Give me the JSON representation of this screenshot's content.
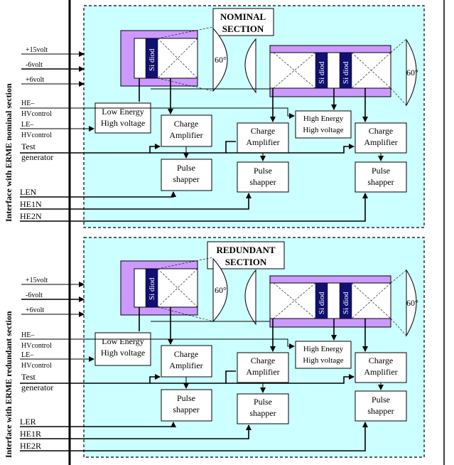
{
  "sections": {
    "nominal": {
      "title_line1": "NOMINAL",
      "title_line2": "SECTION",
      "side_label": "Interface with ERME nominal section",
      "inputs": {
        "v15": "+15volt",
        "v6neg": "-6volt",
        "v6pos": "+6volt",
        "he_hv": "HE–",
        "he_hv2": "HVcontrol",
        "le_hv": "LE–",
        "le_hv2": "HVcontrol",
        "test": "Test",
        "test2": "generator"
      },
      "outputs": {
        "le": "LEN",
        "he1": "HE1N",
        "he2": "HE2N"
      }
    },
    "redundant": {
      "title_line1": "REDUNDANT",
      "title_line2": "SECTION",
      "side_label": "Interface with ERME redundant section",
      "inputs": {
        "v15": "+15volt",
        "v6neg": "-6volt",
        "v6pos": "+6volt",
        "he_hv": "HE–",
        "he_hv2": "HVcontrol",
        "le_hv": "LE–",
        "le_hv2": "HVcontrol",
        "test": "Test",
        "test2": "generator"
      },
      "outputs": {
        "le": "LER",
        "he1": "HE1R",
        "he2": "HE2R"
      }
    }
  },
  "blocks": {
    "low_energy_hv_1": "Low Energy",
    "low_energy_hv_2": "High voltage",
    "high_energy_hv_1": "High Energy",
    "high_energy_hv_2": "High voltage",
    "charge_amp_1": "Charge",
    "charge_amp_2": "Amplifier",
    "pulse_1": "Pulse",
    "pulse_2": "shapper",
    "si_diod": "Si diod",
    "angle": "60°"
  },
  "colors": {
    "section_fill": "#ccffff",
    "detector_frame": "#cc99ff",
    "diode": "#101070"
  }
}
